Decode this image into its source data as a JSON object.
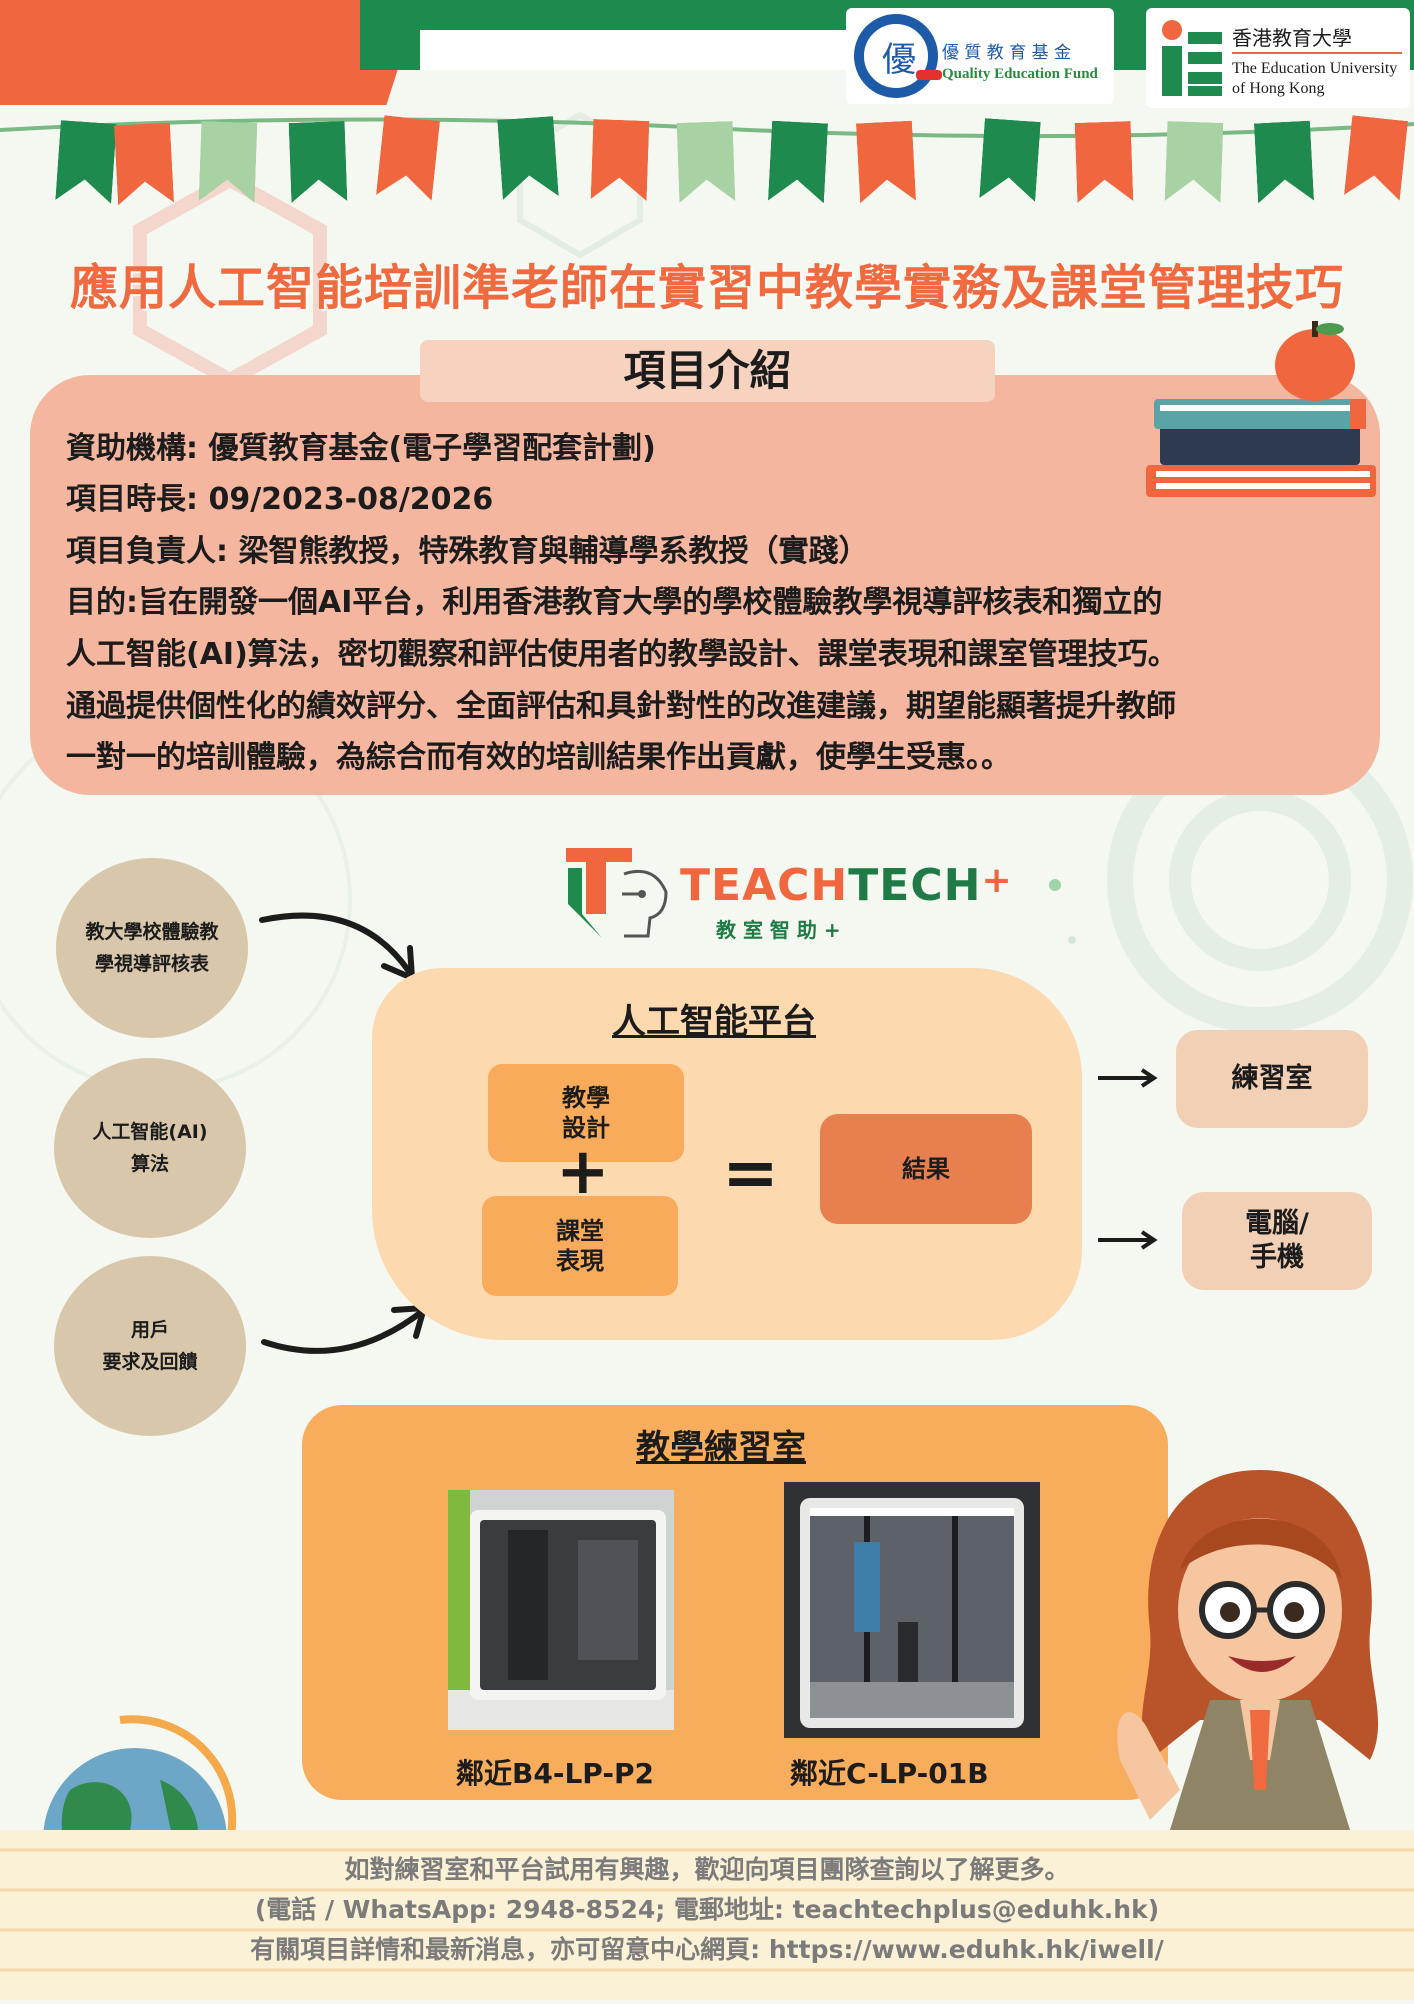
{
  "header": {
    "qef_chinese": "優 質 教 育 基 金",
    "qef_english": "Quality Education Fund",
    "qef_mark": "優",
    "eduhk_chinese": "香港教育大學",
    "eduhk_english_line1": "The Education University",
    "eduhk_english_line2": "of Hong Kong"
  },
  "title": "應用人工智能培訓準老師在實習中教學實務及課堂管理技巧",
  "intro": {
    "heading": "項目介紹",
    "lines": [
      "資助機構: 優質教育基金(電子學習配套計劃)",
      "項目時長: 09/2023-08/2026",
      "項目負責人: 梁智熊教授，特殊教育與輔導學系教授（實踐）",
      "目的:旨在開發一個AI平台，利用香港教育大學的學校體驗教學視導評核表和獨立的",
      "人工智能(AI)算法，密切觀察和評估使用者的教學設計、課堂表現和課室管理技巧。",
      "通過提供個性化的績效評分、全面評估和具針對性的改進建議，期望能顯著提升教師",
      "一對一的培訓體驗，為綜合而有效的培訓結果作出貢獻，使學生受惠。。"
    ]
  },
  "brand": {
    "name_part1": "TEACH",
    "name_part2": "TECH",
    "plus": "+",
    "sub": "教 室 智 助 +"
  },
  "inputs": [
    {
      "line1": "教大學校體驗教",
      "line2": "學視導評核表"
    },
    {
      "line1": "人工智能(AI)",
      "line2": "算法"
    },
    {
      "line1": "用戶",
      "line2": "要求及回饋"
    }
  ],
  "platform": {
    "heading": "人工智能平台",
    "design_line1": "教學",
    "design_line2": "設計",
    "perf_line1": "課堂",
    "perf_line2": "表現",
    "plus": "+",
    "equals": "=",
    "result": "結果"
  },
  "outputs": [
    {
      "line1": "練習室",
      "line2": ""
    },
    {
      "line1": "電腦/",
      "line2": "手機"
    }
  ],
  "rooms": {
    "heading": "教學練習室",
    "items": [
      {
        "caption": "鄰近B4-LP-P2"
      },
      {
        "caption": "鄰近C-LP-01B"
      }
    ]
  },
  "footer": {
    "line1": "如對練習室和平台試用有興趣，歡迎向項目團隊查詢以了解更多。",
    "line2": "(電話 / WhatsApp: 2948-8524; 電郵地址: teachtechplus@eduhk.hk)",
    "line3": "有關項目詳情和最新消息，亦可留意中心網頁: https://www.eduhk.hk/iwell/"
  },
  "colors": {
    "accent_orange": "#ef6a3e",
    "brand_green": "#1f8a4d",
    "intro_bg": "#f5b6a0",
    "platform_bg": "#fdd9b0",
    "room_bg": "#f8ad5c"
  }
}
